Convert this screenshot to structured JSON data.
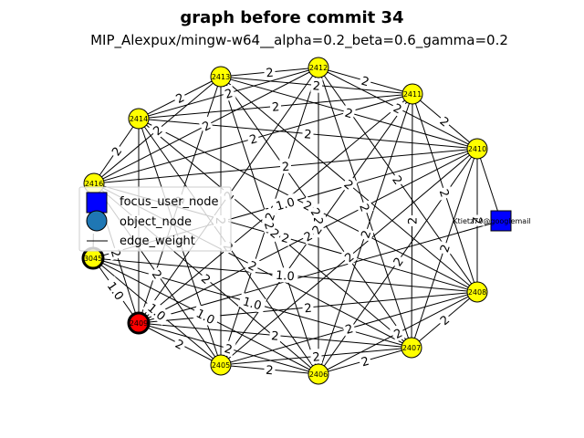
{
  "title": "graph before commit 34",
  "subtitle": "MIP_Alexpux/mingw-w64__alpha=0.2_beta=0.6_gamma=0.2",
  "colors": {
    "object_node": "#ffff00",
    "focus_node": "#0000ff",
    "current_node": "#ff0000",
    "legend_object_node": "#1f77b4"
  },
  "legend": {
    "focus_user_node": "focus_user_node",
    "object_node": "object_node",
    "edge_weight": "edge_weight"
  },
  "nodes": [
    {
      "id": "2413",
      "label": "2413",
      "kind": "object"
    },
    {
      "id": "2412",
      "label": "2412",
      "kind": "object"
    },
    {
      "id": "2411",
      "label": "2411",
      "kind": "object"
    },
    {
      "id": "2414",
      "label": "2414",
      "kind": "object"
    },
    {
      "id": "2410",
      "label": "2410",
      "kind": "object"
    },
    {
      "id": "2416",
      "label": "2416",
      "kind": "object"
    },
    {
      "id": "user",
      "label": "Ktietz70@googlemail",
      "kind": "focus"
    },
    {
      "id": "3045",
      "label": "3045",
      "kind": "object_ring"
    },
    {
      "id": "2408",
      "label": "2408",
      "kind": "object"
    },
    {
      "id": "2409",
      "label": "2409",
      "kind": "current"
    },
    {
      "id": "2407",
      "label": "2407",
      "kind": "object"
    },
    {
      "id": "2405",
      "label": "2405",
      "kind": "object"
    },
    {
      "id": "2406",
      "label": "2406",
      "kind": "object"
    }
  ],
  "edges": [
    {
      "s": "2413",
      "t": "2412",
      "w": "2"
    },
    {
      "s": "2413",
      "t": "2414",
      "w": "2"
    },
    {
      "s": "2413",
      "t": "2411",
      "w": "2"
    },
    {
      "s": "2413",
      "t": "2410",
      "w": "2"
    },
    {
      "s": "2413",
      "t": "2416",
      "w": "2"
    },
    {
      "s": "2413",
      "t": "2408",
      "w": "2"
    },
    {
      "s": "2413",
      "t": "2407",
      "w": "2"
    },
    {
      "s": "2413",
      "t": "2406",
      "w": "2"
    },
    {
      "s": "2413",
      "t": "2405",
      "w": "2"
    },
    {
      "s": "2413",
      "t": "2409",
      "w": "2"
    },
    {
      "s": "2412",
      "t": "2411",
      "w": "2"
    },
    {
      "s": "2412",
      "t": "2414",
      "w": "2"
    },
    {
      "s": "2412",
      "t": "2410",
      "w": "2"
    },
    {
      "s": "2412",
      "t": "2416",
      "w": "2"
    },
    {
      "s": "2412",
      "t": "2408",
      "w": "2"
    },
    {
      "s": "2412",
      "t": "2407",
      "w": "2"
    },
    {
      "s": "2412",
      "t": "2406",
      "w": "2"
    },
    {
      "s": "2412",
      "t": "2405",
      "w": "2"
    },
    {
      "s": "2412",
      "t": "2409",
      "w": "2"
    },
    {
      "s": "2411",
      "t": "2410",
      "w": "2"
    },
    {
      "s": "2411",
      "t": "2414",
      "w": "2"
    },
    {
      "s": "2411",
      "t": "2416",
      "w": "2"
    },
    {
      "s": "2411",
      "t": "2408",
      "w": "2"
    },
    {
      "s": "2411",
      "t": "2407",
      "w": "2"
    },
    {
      "s": "2411",
      "t": "2406",
      "w": "2"
    },
    {
      "s": "2411",
      "t": "2405",
      "w": "2"
    },
    {
      "s": "2411",
      "t": "2409",
      "w": "2"
    },
    {
      "s": "2414",
      "t": "2410",
      "w": "2"
    },
    {
      "s": "2414",
      "t": "2416",
      "w": "2"
    },
    {
      "s": "2414",
      "t": "2408",
      "w": "2"
    },
    {
      "s": "2414",
      "t": "2407",
      "w": "2"
    },
    {
      "s": "2414",
      "t": "2406",
      "w": "2"
    },
    {
      "s": "2414",
      "t": "2405",
      "w": "2"
    },
    {
      "s": "2414",
      "t": "2409",
      "w": "2"
    },
    {
      "s": "2410",
      "t": "2416",
      "w": "2"
    },
    {
      "s": "2410",
      "t": "2408",
      "w": "2"
    },
    {
      "s": "2410",
      "t": "2407",
      "w": "2"
    },
    {
      "s": "2410",
      "t": "2406",
      "w": "2"
    },
    {
      "s": "2410",
      "t": "2405",
      "w": "2"
    },
    {
      "s": "2410",
      "t": "2409",
      "w": "2"
    },
    {
      "s": "2416",
      "t": "2408",
      "w": "2"
    },
    {
      "s": "2416",
      "t": "2407",
      "w": "2"
    },
    {
      "s": "2416",
      "t": "2406",
      "w": "2"
    },
    {
      "s": "2416",
      "t": "2405",
      "w": "2"
    },
    {
      "s": "2416",
      "t": "2409",
      "w": "2"
    },
    {
      "s": "2408",
      "t": "2407",
      "w": "2"
    },
    {
      "s": "2408",
      "t": "2406",
      "w": "2"
    },
    {
      "s": "2408",
      "t": "2405",
      "w": "2"
    },
    {
      "s": "2408",
      "t": "2409",
      "w": "2"
    },
    {
      "s": "2407",
      "t": "2406",
      "w": "2"
    },
    {
      "s": "2407",
      "t": "2405",
      "w": "2"
    },
    {
      "s": "2407",
      "t": "2409",
      "w": "2"
    },
    {
      "s": "2406",
      "t": "2405",
      "w": "2"
    },
    {
      "s": "2406",
      "t": "2409",
      "w": "2"
    },
    {
      "s": "2405",
      "t": "2409",
      "w": "2"
    },
    {
      "s": "3045",
      "t": "2409",
      "w": "1.0"
    },
    {
      "s": "3045",
      "t": "2405",
      "w": "1.0"
    },
    {
      "s": "3045",
      "t": "2406",
      "w": "1.0"
    },
    {
      "s": "3045",
      "t": "2407",
      "w": "1.0"
    },
    {
      "s": "3045",
      "t": "2408",
      "w": "1.0"
    },
    {
      "s": "3045",
      "t": "2410",
      "w": "1.0"
    },
    {
      "s": "3045",
      "t": "2416",
      "w": "1.0"
    },
    {
      "s": "user",
      "t": "2410",
      "w": ""
    },
    {
      "s": "user",
      "t": "2409",
      "w": ""
    }
  ]
}
